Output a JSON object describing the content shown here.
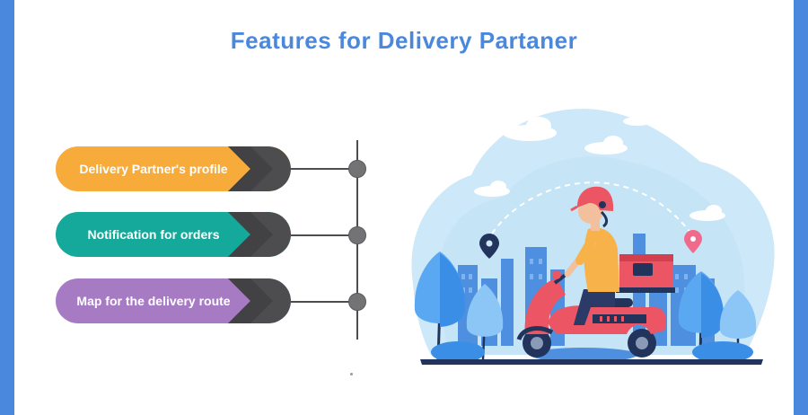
{
  "title": "Features for Delivery Partaner",
  "features": [
    {
      "label": "Delivery Partner's profile",
      "color": "#f7ab3b"
    },
    {
      "label": "Notification for orders",
      "color": "#14a99a"
    },
    {
      "label": "Map for the delivery route",
      "color": "#a77bc4"
    }
  ],
  "colors": {
    "title": "#4a88dd",
    "side_bars": "#4a88dd",
    "pill_cap": "#4d4d4f",
    "timeline": "#4d4d4f"
  },
  "illustration": {
    "icons": [
      "cloud-icon",
      "map-pin-icon",
      "scooter-rider-icon",
      "delivery-box-icon",
      "tree-icon",
      "city-skyline-icon"
    ]
  }
}
